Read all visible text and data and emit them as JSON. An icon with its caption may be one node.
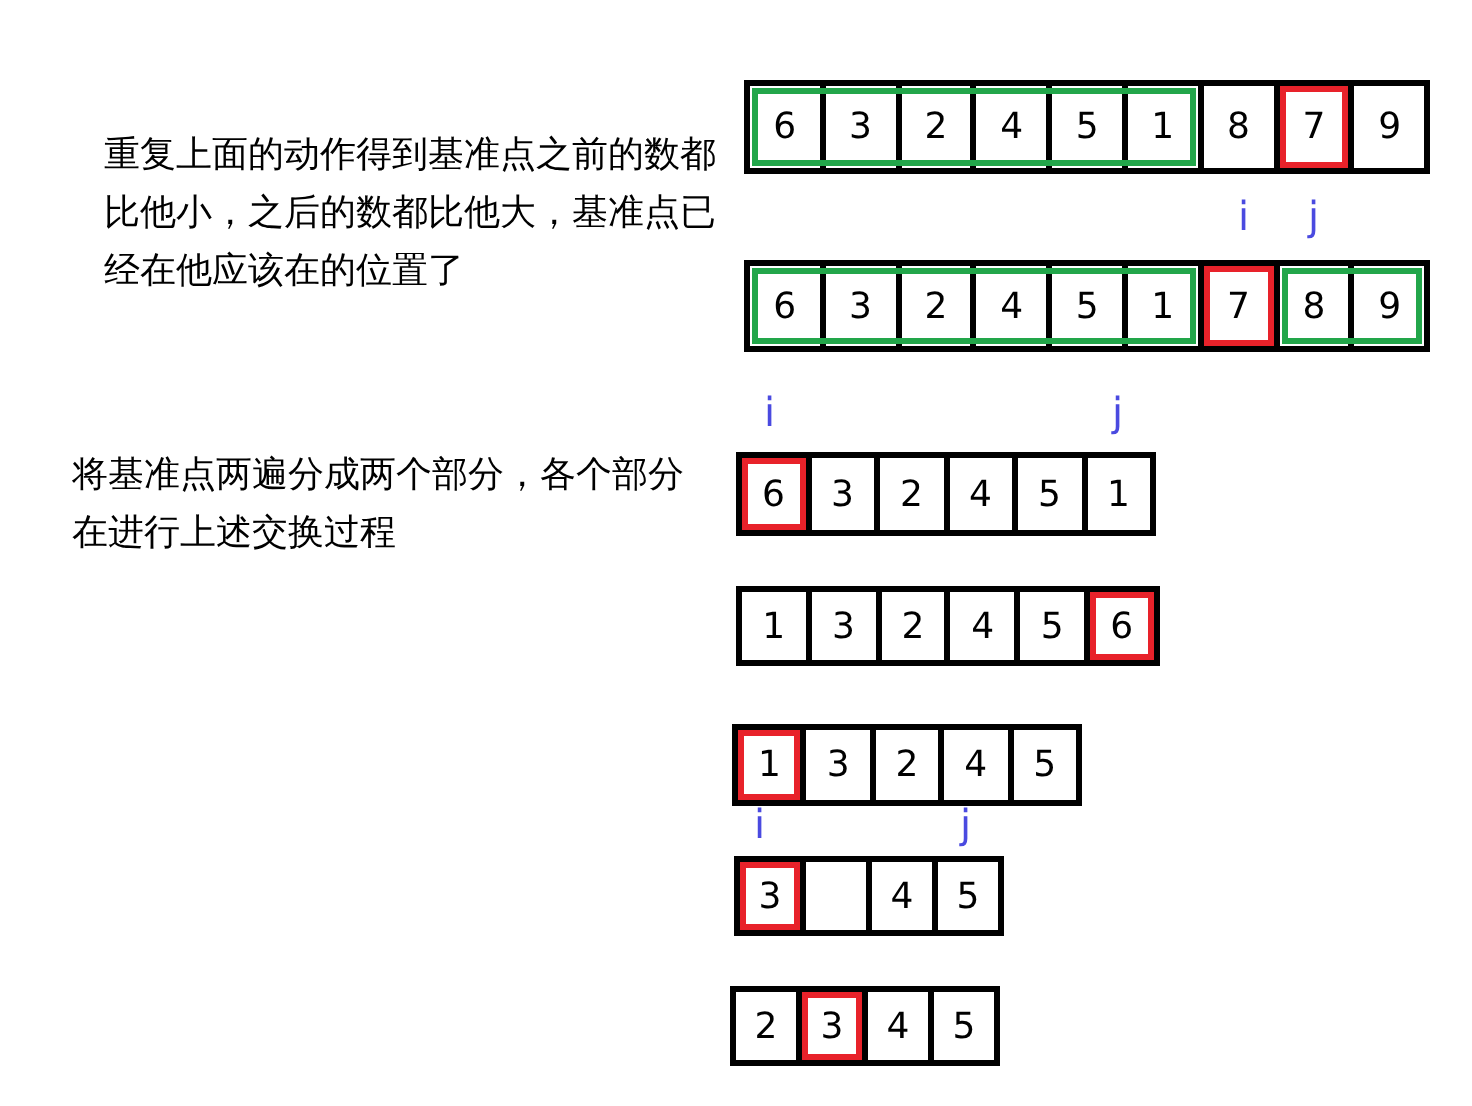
{
  "diagram": {
    "nodes": [
      {
        "text": [],
        "shape": "box"
      },
      {
        "text": [
          "6"
        ],
        "in": 0
      },
      {
        "text": [
          "3"
        ],
        "in": 0
      },
      {
        "text": [
          "2"
        ],
        "in": 0
      },
      {
        "text": [
          "4"
        ],
        "in": 0
      },
      {
        "text": [
          "5"
        ],
        "in": 0
      },
      {
        "text": [
          "1"
        ],
        "in": 0
      },
      {
        "text": [
          "8"
        ]
      },
      {
        "text": [
          "7"
        ]
      },
      {
        "text": [
          "9"
        ]
      },
      {
        "text": [],
        "shape": "box"
      },
      {
        "text": [
          "6"
        ],
        "in": 10
      },
      {
        "text": [
          "3"
        ],
        "in": 10
      },
      {
        "text": [
          "2"
        ],
        "in": 10
      },
      {
        "text": [
          "4"
        ],
        "in": 10
      },
      {
        "text": [
          "5"
        ],
        "in": 10
      },
      {
        "text": [
          "1"
        ],
        "in": 10
      },
      {
        "text": [
          "7"
        ]
      },
      {
        "text": [],
        "shape": "box"
      },
      {
        "text": [
          "8"
        ],
        "in": 18
      },
      {
        "text": [
          "9"
        ],
        "in": 18
      },
      {
        "text": [
          "6"
        ]
      },
      {
        "text": [
          "3"
        ]
      },
      {
        "text": [
          "2"
        ]
      },
      {
        "text": [
          "4"
        ]
      },
      {
        "text": [
          "5"
        ]
      },
      {
        "text": [
          "1"
        ]
      },
      {
        "text": [
          "1"
        ]
      },
      {
        "text": [
          "3"
        ]
      },
      {
        "text": [
          "2"
        ]
      },
      {
        "text": [
          "4"
        ]
      },
      {
        "text": [
          "5"
        ]
      },
      {
        "text": [
          "6"
        ]
      },
      {
        "text": [
          "1"
        ]
      },
      {
        "text": [
          "3"
        ]
      },
      {
        "text": [
          "2"
        ]
      },
      {
        "text": [
          "4"
        ]
      },
      {
        "text": [
          "5"
        ]
      },
      {
        "text": [
          "3"
        ]
      },
      {
        "text": [],
        "shape": "box"
      },
      {
        "text": [
          "4"
        ]
      },
      {
        "text": [
          "5"
        ]
      },
      {
        "text": [
          "2"
        ]
      },
      {
        "text": [
          "3"
        ]
      },
      {
        "text": [
          "4"
        ]
      },
      {
        "text": [
          "5"
        ]
      }
    ],
    "edges": [],
    "labels": [
      "重复上面的动作得到基准点之前的数都比他小，之后的数都比他大，基准点已经在他应该在的位置了",
      "i",
      "j",
      "i",
      "j",
      "将基准点两遍分成两个部分，各个部分在进行上述交换过程",
      "i",
      "j"
    ]
  }
}
